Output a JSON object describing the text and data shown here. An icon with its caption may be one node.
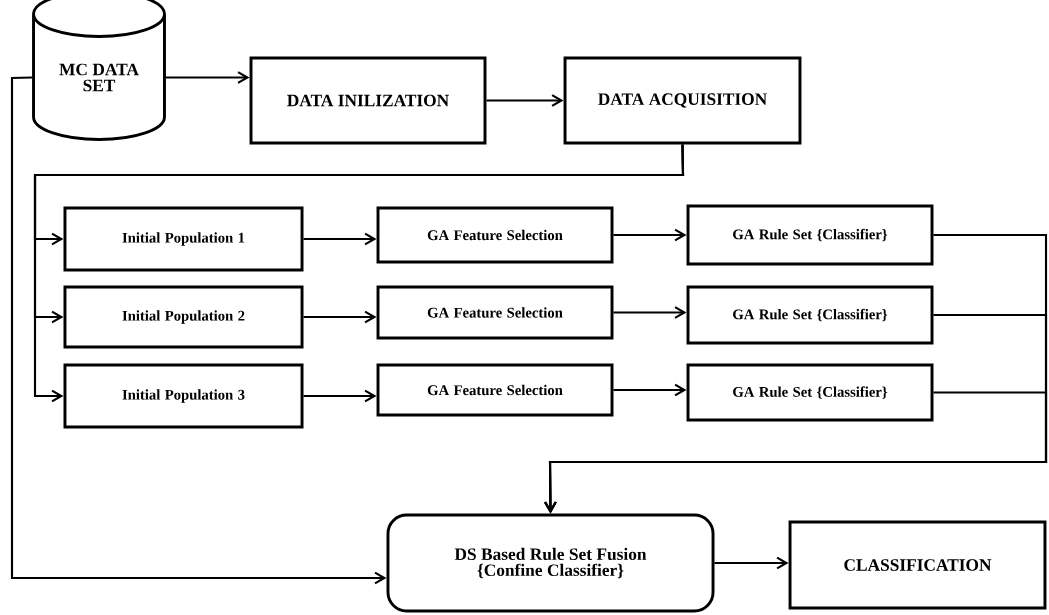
{
  "diagram": {
    "nodes": [
      {
        "text": [
          "MC DATA SET"
        ]
      },
      {
        "text": [
          "DATA INILIZATION"
        ]
      },
      {
        "text": [
          "DATA ACQUISITION"
        ]
      },
      {
        "text": [
          "Initial Population 1"
        ]
      },
      {
        "text": [
          "GA Feature Selection"
        ]
      },
      {
        "text": [
          "GA Rule Set {Classifier}"
        ]
      },
      {
        "text": [
          "Initial Population 2"
        ]
      },
      {
        "text": [
          "GA Feature Selection"
        ]
      },
      {
        "text": [
          "GA Rule Set {Classifier}"
        ]
      },
      {
        "text": [
          "Initial Population 3"
        ]
      },
      {
        "text": [
          "GA Feature Selection"
        ]
      },
      {
        "text": [
          "GA Rule Set {Classifier}"
        ]
      },
      {
        "text": [
          "DS Based Rule Set Fusion {Confine Classifier}"
        ]
      },
      {
        "text": [
          "CLASSIFICATION"
        ]
      }
    ],
    "edges": [
      {
        "from": 0,
        "to": 1,
        "arrow": "to"
      },
      {
        "from": 1,
        "to": 2,
        "arrow": "to"
      },
      {
        "from": 2,
        "to": 3,
        "arrow": "to"
      },
      {
        "from": 2,
        "to": 6,
        "arrow": "to"
      },
      {
        "from": 2,
        "to": 9,
        "arrow": "to"
      },
      {
        "from": 3,
        "to": 4,
        "arrow": "to"
      },
      {
        "from": 4,
        "to": 5,
        "arrow": "to"
      },
      {
        "from": 6,
        "to": 7,
        "arrow": "to"
      },
      {
        "from": 7,
        "to": 8,
        "arrow": "to"
      },
      {
        "from": 9,
        "to": 10,
        "arrow": "to"
      },
      {
        "from": 10,
        "to": 11,
        "arrow": "to"
      },
      {
        "from": 5,
        "to": 12,
        "arrow": "to"
      },
      {
        "from": 8,
        "to": 12,
        "arrow": "to"
      },
      {
        "from": 11,
        "to": 12,
        "arrow": "to"
      },
      {
        "from": 0,
        "to": 12,
        "arrow": "to"
      },
      {
        "from": 12,
        "to": 13,
        "arrow": "to"
      }
    ]
  }
}
